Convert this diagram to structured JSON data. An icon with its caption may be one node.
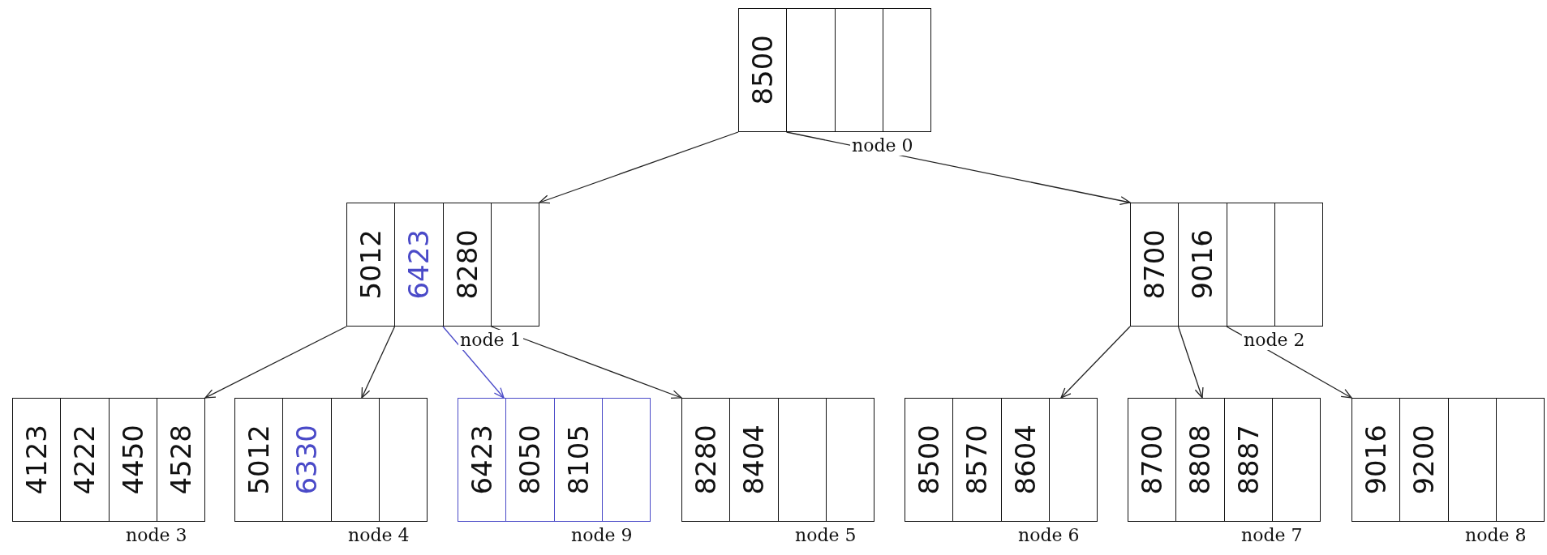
{
  "diagram": {
    "nodes": [
      {
        "text": [
          "8500"
        ],
        "beside": [
          "node 0"
        ]
      },
      {
        "text": [
          "5012",
          "6423",
          "8280"
        ],
        "beside": [
          "node 1"
        ]
      },
      {
        "text": [
          "8700",
          "9016"
        ],
        "beside": [
          "node 2"
        ]
      },
      {
        "text": [
          "4123",
          "4222",
          "4450",
          "4528"
        ],
        "beside": [
          "node 3"
        ]
      },
      {
        "text": [
          "5012",
          "6330"
        ],
        "beside": [
          "node 4"
        ]
      },
      {
        "text": [
          "6423",
          "8050",
          "8105"
        ],
        "beside": [
          "node 9"
        ]
      },
      {
        "text": [
          "8280",
          "8404"
        ],
        "beside": [
          "node 5"
        ]
      },
      {
        "text": [
          "8500",
          "8570",
          "8604"
        ],
        "beside": [
          "node 6"
        ]
      },
      {
        "text": [
          "8700",
          "8808",
          "8887"
        ],
        "beside": [
          "node 7"
        ]
      },
      {
        "text": [
          "9016",
          "9200"
        ],
        "beside": [
          "node 8"
        ]
      }
    ],
    "edges": [
      {
        "from": 0,
        "to": 1,
        "arrow": "to"
      },
      {
        "from": 0,
        "to": 2,
        "arrow": "to"
      },
      {
        "from": 1,
        "to": 3,
        "arrow": "to"
      },
      {
        "from": 1,
        "to": 4,
        "arrow": "to"
      },
      {
        "from": 1,
        "to": 5,
        "arrow": "to",
        "color": "#4a4ac8"
      },
      {
        "from": 1,
        "to": 6,
        "arrow": "to"
      },
      {
        "from": 2,
        "to": 7,
        "arrow": "to"
      },
      {
        "from": 2,
        "to": 8,
        "arrow": "to"
      },
      {
        "from": 2,
        "to": 9,
        "arrow": "to"
      }
    ]
  }
}
